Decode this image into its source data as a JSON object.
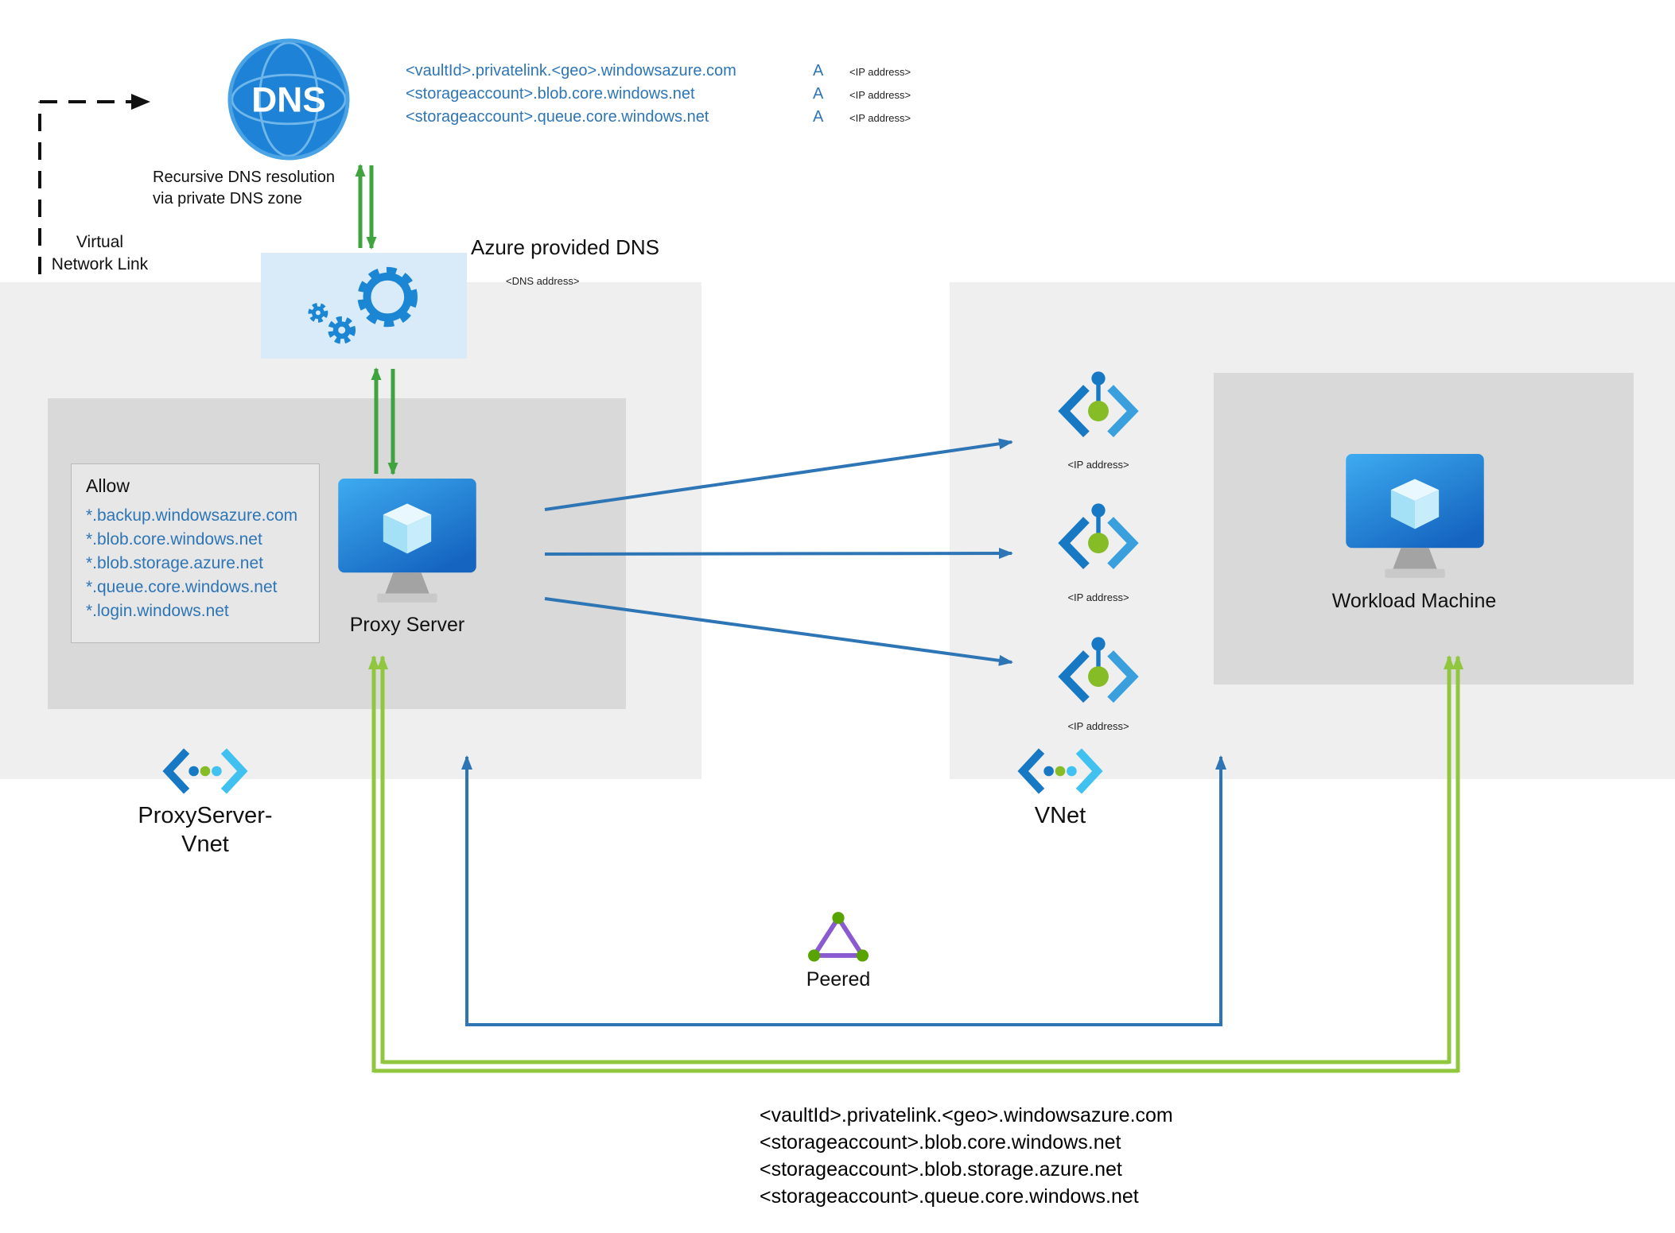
{
  "colors": {
    "record_text_blue": "#2e75b6",
    "arrow_blue": "#2e75b6",
    "arrow_green": "#3fa43f",
    "arrow_lime": "#90c73e",
    "region_background": "#efefef",
    "inner_box_background": "#d9d9d9",
    "gears_box_background": "#d9eaf8",
    "dns_globe_blue": "#1e82d6",
    "peering_purple": "#8a5bd0",
    "peering_green": "#57a300"
  },
  "dns_server": {
    "icon_label": "DNS",
    "records": [
      {
        "name": "<vaultId>.privatelink.<geo>.windowsazure.com",
        "type": "A",
        "ip": "<IP address>"
      },
      {
        "name": "<storageaccount>.blob.core.windows.net",
        "type": "A",
        "ip": "<IP address>"
      },
      {
        "name": "<storageaccount>.queue.core.windows.net",
        "type": "A",
        "ip": "<IP address>"
      }
    ]
  },
  "labels": {
    "recursive_dns": "Recursive DNS resolution\nvia private DNS zone",
    "virtual_network_link": "Virtual\nNetwork Link",
    "azure_provided_dns": "Azure provided DNS",
    "dns_address": "<DNS address>",
    "proxy_server": "Proxy Server",
    "proxy_vnet": "ProxyServer-\nVnet",
    "vnet": "VNet",
    "workload_machine": "Workload Machine",
    "peered": "Peered"
  },
  "allow_list": {
    "title": "Allow",
    "items": [
      "*.backup.windowsazure.com",
      "*.blob.core.windows.net",
      "*.blob.storage.azure.net",
      "*.queue.core.windows.net",
      "*.login.windows.net"
    ]
  },
  "endpoints": [
    {
      "ip": "<IP address>"
    },
    {
      "ip": "<IP address>"
    },
    {
      "ip": "<IP address>"
    }
  ],
  "footer_domains": [
    "<vaultId>.privatelink.<geo>.windowsazure.com",
    "<storageaccount>.blob.core.windows.net",
    "<storageaccount>.blob.storage.azure.net",
    "<storageaccount>.queue.core.windows.net"
  ]
}
